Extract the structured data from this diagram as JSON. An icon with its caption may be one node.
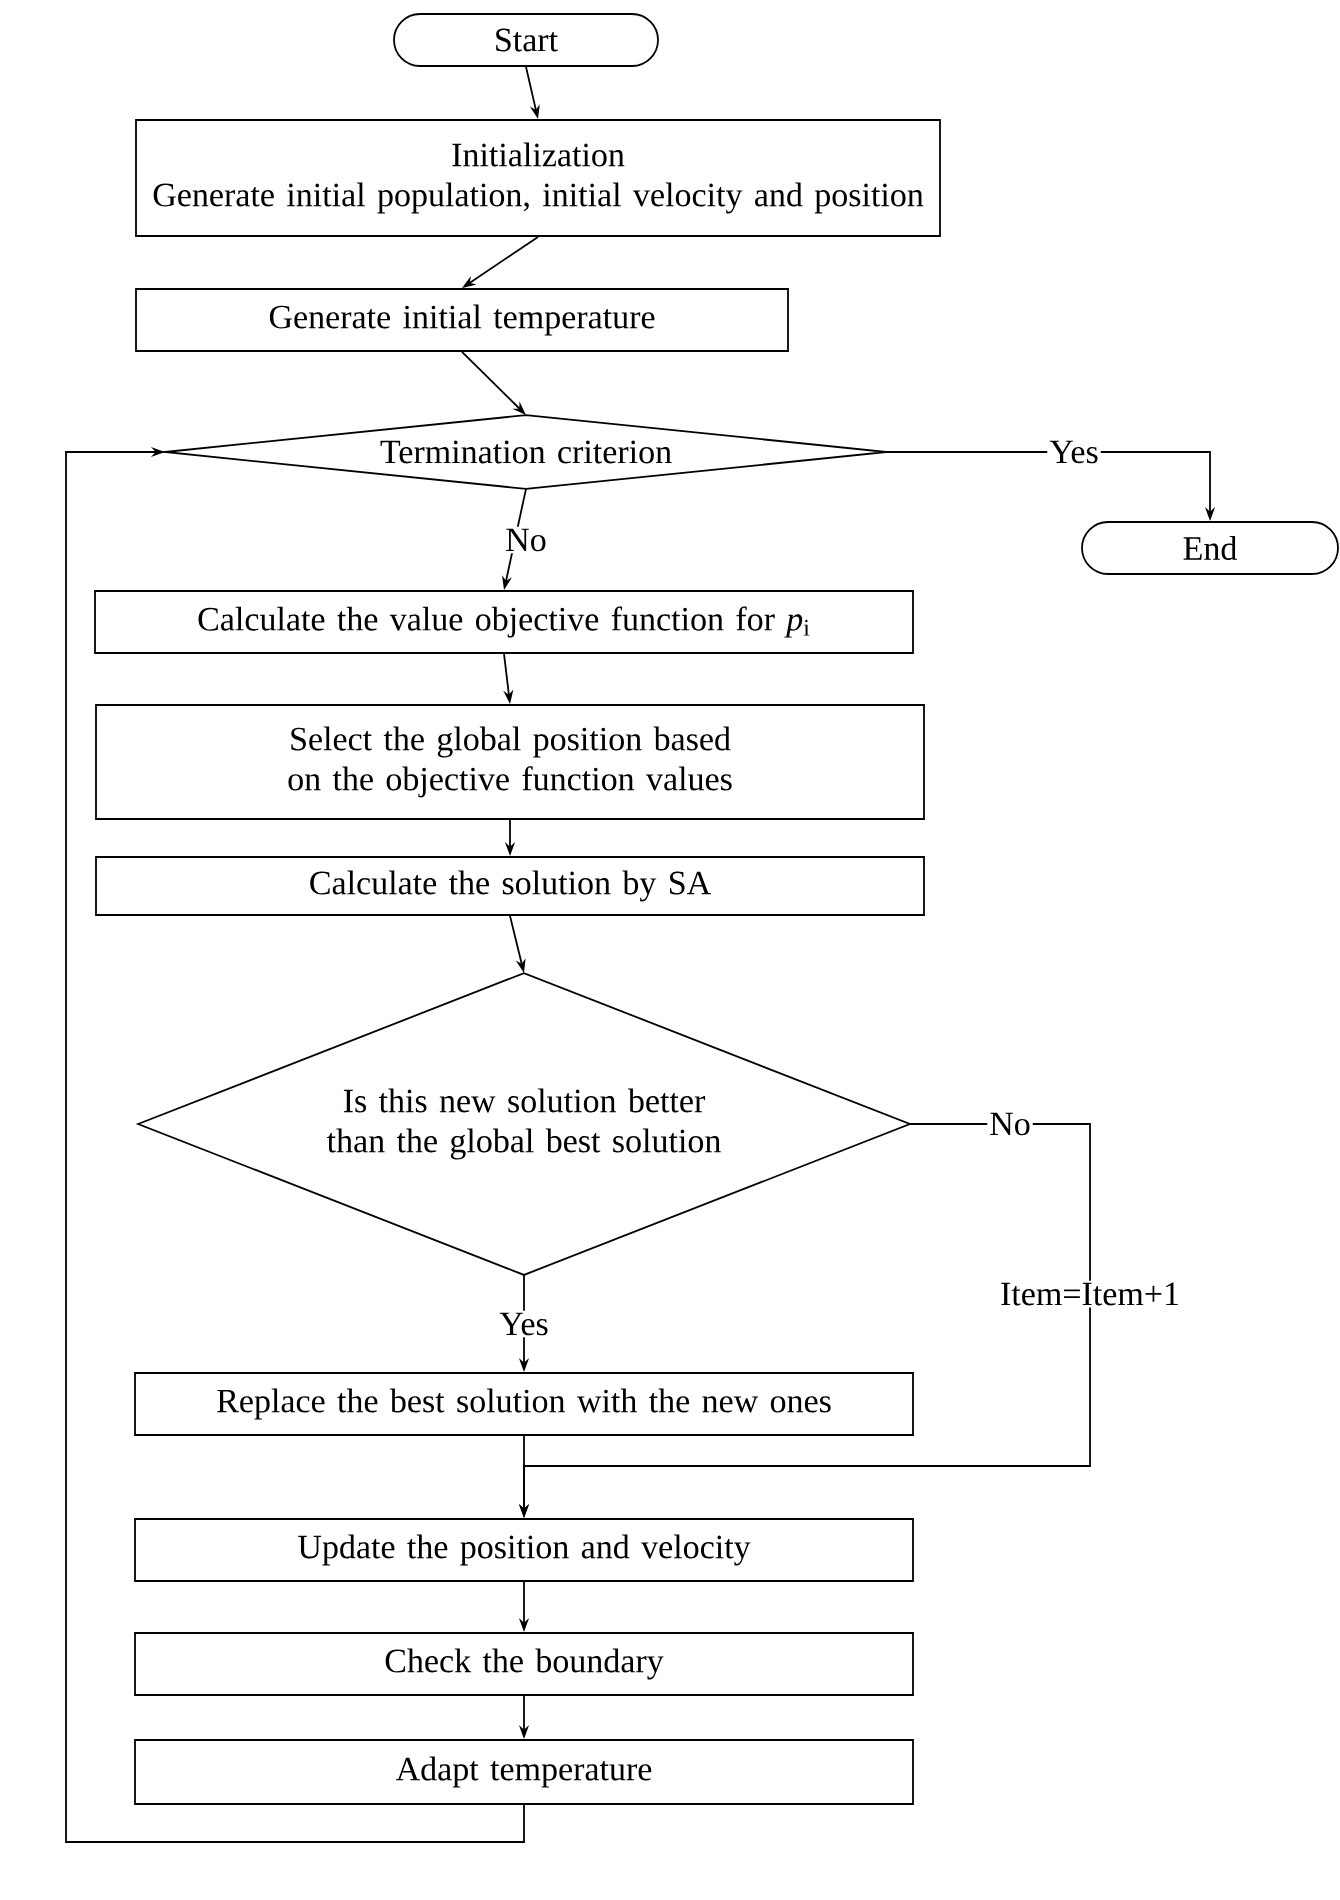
{
  "diagram": {
    "nodes": [
      {
        "text": [
          "Start"
        ]
      },
      {
        "text": [
          "Initialization",
          "Generate  initial population,  initial velocity and position"
        ]
      },
      {
        "text": [
          "Generate  initial temperature"
        ]
      },
      {
        "text": [
          "Termination criterion"
        ]
      },
      {
        "text": [
          "End"
        ]
      },
      {
        "text": [
          "Calculate the value objective function for  *p*$_{i}$"
        ]
      },
      {
        "text": [
          "Select the global position based on the objective function values"
        ]
      },
      {
        "text": [
          "Calculate the solution  by SA"
        ]
      },
      {
        "text": [
          "Is this new solution better than the global best solution"
        ]
      },
      {
        "text": [
          "Replace the  best solution with the new ones"
        ]
      },
      {
        "text": [
          "Update the position and velocity"
        ]
      },
      {
        "text": [
          "Check the boundary"
        ]
      },
      {
        "text": [
          "Adapt temperature"
        ]
      }
    ],
    "edges": [
      {
        "from": 0,
        "to": 1,
        "arrow": "to"
      },
      {
        "from": 1,
        "to": 2,
        "arrow": "to"
      },
      {
        "from": 2,
        "to": 3,
        "arrow": "to"
      },
      {
        "from": 3,
        "to": 4,
        "arrow": "to",
        "label": "Yes"
      },
      {
        "from": 3,
        "to": 5,
        "arrow": "to",
        "label": "No"
      },
      {
        "from": 5,
        "to": 6,
        "arrow": "to"
      },
      {
        "from": 6,
        "to": 7,
        "arrow": "to"
      },
      {
        "from": 7,
        "to": 8,
        "arrow": "to"
      },
      {
        "from": 8,
        "to": 9,
        "arrow": "to",
        "label": "Yes"
      },
      {
        "from": 8,
        "to": 10,
        "arrow": "to",
        "label": "No"
      },
      {
        "from": 9,
        "to": 10,
        "arrow": "to"
      },
      {
        "from": 10,
        "to": 11,
        "arrow": "to"
      },
      {
        "from": 11,
        "to": 12,
        "arrow": "to"
      },
      {
        "from": 12,
        "to": 3,
        "arrow": "to"
      }
    ],
    "labels": [
      "Item=Item+1"
    ]
  }
}
